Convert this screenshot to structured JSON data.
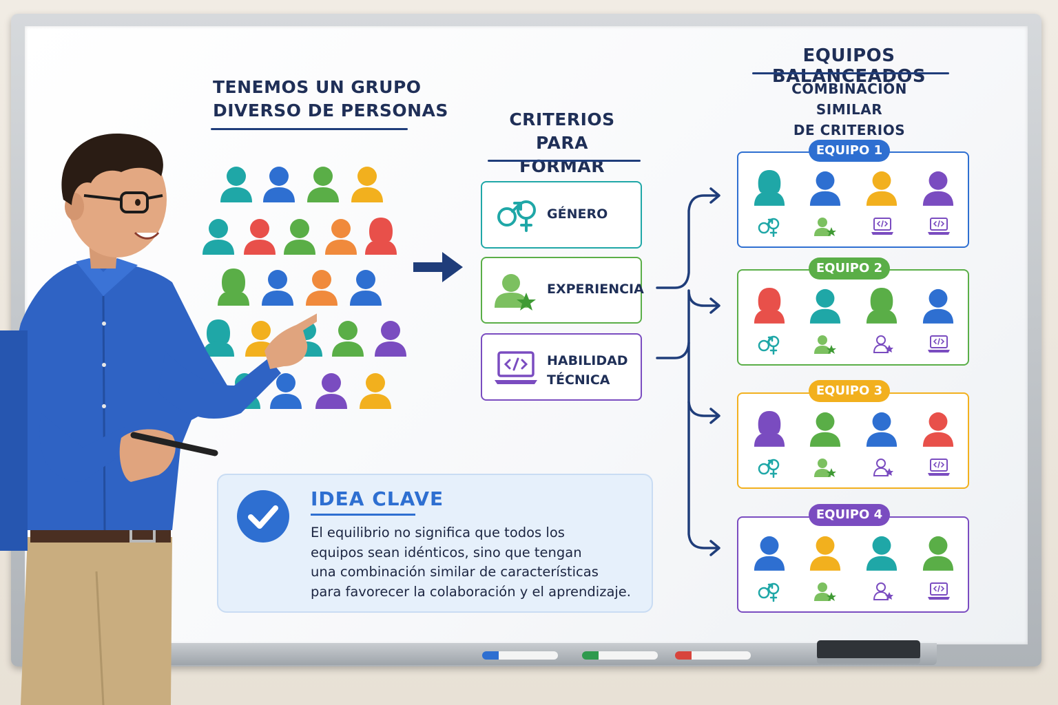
{
  "board": {
    "group_title_line1": "TENEMOS UN GRUPO",
    "group_title_line2": "DIVERSO DE PERSONAS",
    "criteria_title_line1": "CRITERIOS PARA",
    "criteria_title_line2": "FORMAR EQUIPOS",
    "result_title": "EQUIPOS BALANCEADOS",
    "result_subtitle_line1": "COMBINACIÓN SIMILAR",
    "result_subtitle_line2": "DE CRITERIOS"
  },
  "criteria": [
    {
      "label": "GÉNERO",
      "icon": "gender-icon",
      "color": "#1fa7a7"
    },
    {
      "label": "EXPERIENCIA",
      "icon": "experience-star-icon",
      "color": "#5aae47"
    },
    {
      "label_line1": "HABILIDAD",
      "label_line2": "TÉCNICA",
      "icon": "laptop-code-icon",
      "color": "#7a4cc0"
    }
  ],
  "teams": [
    {
      "label": "EQUIPO 1",
      "color": "#2e6fd1",
      "members": [
        "#1fa7a7",
        "#2e6fd1",
        "#f2b01e",
        "#7a4cc0"
      ]
    },
    {
      "label": "EQUIPO 2",
      "color": "#5aae47",
      "members": [
        "#e8504a",
        "#1fa7a7",
        "#5aae47",
        "#2e6fd1"
      ]
    },
    {
      "label": "EQUIPO 3",
      "color": "#f2b01e",
      "members": [
        "#7a4cc0",
        "#5aae47",
        "#2e6fd1",
        "#e8504a"
      ]
    },
    {
      "label": "EQUIPO 4",
      "color": "#7a4cc0",
      "members": [
        "#2e6fd1",
        "#f2b01e",
        "#1fa7a7",
        "#5aae47"
      ]
    }
  ],
  "key_idea": {
    "title": "IDEA CLAVE",
    "line1": "El equilibrio no significa que todos los",
    "line2": "equipos sean idénticos, sino que tengan",
    "line3": "una combinación similar de características",
    "line4": "para favorecer la colaboración y el aprendizaje.",
    "icon": "check-circle-icon"
  },
  "colors": {
    "teal": "#1fa7a7",
    "blue": "#2e6fd1",
    "green": "#5aae47",
    "yellow": "#f2b01e",
    "purple": "#7a4cc0",
    "red": "#e8504a",
    "orange": "#f08a3c",
    "navy": "#1f3d7a"
  }
}
